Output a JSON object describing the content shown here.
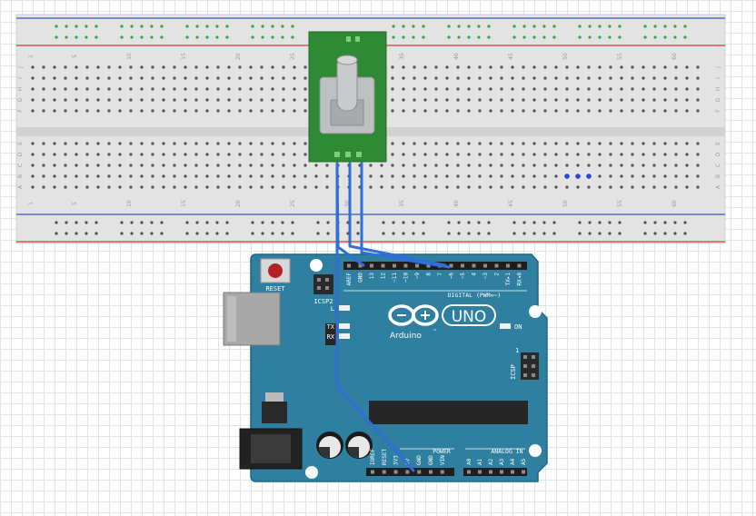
{
  "breadboard": {
    "column_numbers": [
      "1",
      "5",
      "10",
      "15",
      "20",
      "25",
      "30",
      "35",
      "40",
      "45",
      "50",
      "55",
      "60"
    ],
    "row_letters_top": [
      "J",
      "I",
      "H",
      "G",
      "F"
    ],
    "row_letters_bottom": [
      "E",
      "D",
      "C",
      "B",
      "A"
    ],
    "colors": {
      "rail_red": "#d9393a",
      "rail_blue": "#3a54c4",
      "hole": "#4f4f4f",
      "rail_hole_active": "#2fa84a",
      "highlight_hole": "#2b45d6"
    }
  },
  "arduino": {
    "board_color": "#2e7fa0",
    "reset_label": "RESET",
    "icsp2_label": "ICSP2",
    "icsp_label": "ICSP",
    "icsp_pin1": "1",
    "digital_header_label": "DIGITAL (PWM=~)",
    "digital_pins": [
      "AREF",
      "GND",
      "13",
      "12",
      "~11",
      "~10",
      "~9",
      "8",
      "7",
      "~6",
      "~5",
      "4",
      "~3",
      "2",
      "TX▸1",
      "RX◂0"
    ],
    "led_labels": {
      "l": "L",
      "tx": "TX",
      "rx": "RX",
      "on": "ON"
    },
    "logo_text": "Arduino",
    "logo_tm": "™",
    "uno_text": "UNO",
    "power_header_label": "POWER",
    "power_pins": [
      "IOREF",
      "RESET",
      "3V3",
      "5V",
      "GND",
      "GND",
      "VIN"
    ],
    "analog_header_label": "ANALOG IN",
    "analog_pins": [
      "A0",
      "A1",
      "A2",
      "A3",
      "A4",
      "A5"
    ]
  },
  "wires": {
    "color": "#2f6fd6"
  }
}
